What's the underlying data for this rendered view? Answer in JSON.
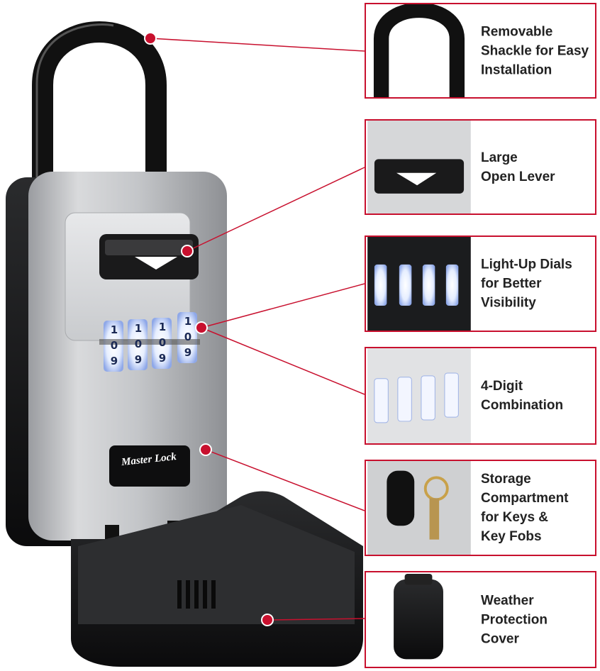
{
  "product": {
    "brand_logo_text": "Master Lock",
    "dial_digits": [
      "1",
      "0",
      "9"
    ]
  },
  "accent_color": "#c8102e",
  "callouts": [
    {
      "id": "shackle",
      "lines": [
        "Removable",
        "Shackle for Easy",
        "Installation"
      ]
    },
    {
      "id": "lever",
      "lines": [
        "Large",
        "Open Lever"
      ]
    },
    {
      "id": "dials",
      "lines": [
        "Light-Up Dials",
        "for Better",
        "Visibility"
      ]
    },
    {
      "id": "combination",
      "lines": [
        "4-Digit",
        "Combination"
      ]
    },
    {
      "id": "storage",
      "lines": [
        "Storage",
        "Compartment",
        "for Keys &",
        "Key Fobs"
      ]
    },
    {
      "id": "cover",
      "lines": [
        "Weather",
        "Protection",
        "Cover"
      ]
    }
  ]
}
